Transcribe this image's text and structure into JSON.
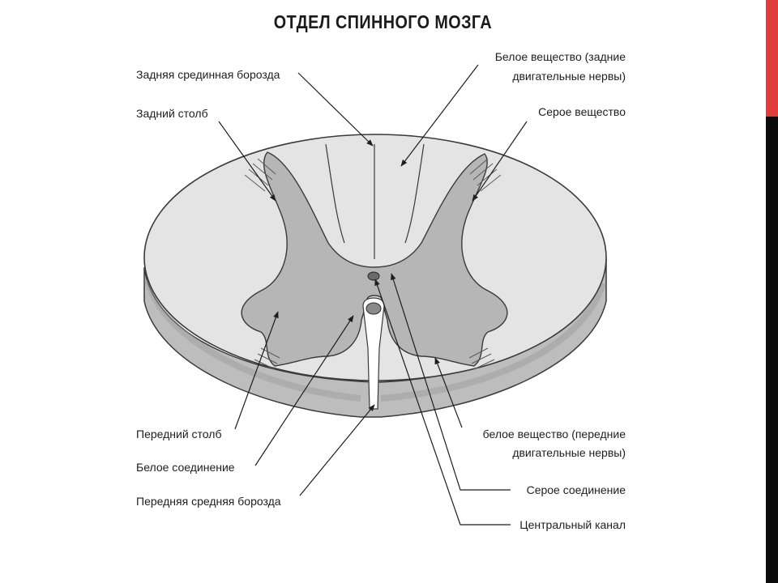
{
  "title": "ОТДЕЛ СПИННОГО МОЗГА",
  "accent_colors": {
    "red": "#e03c3c",
    "black": "#0b0b0b"
  },
  "labels": {
    "posterior_median_sulcus": "Задняя срединная борозда",
    "posterior_column": "Задний столб",
    "white_matter_posterior_line1": "Белое вещество (задние",
    "white_matter_posterior_line2": "двигательные нервы)",
    "gray_matter": "Серое вещество",
    "anterior_column": "Передний столб",
    "white_commissure": "Белое соединение",
    "anterior_median_fissure": "Передняя средняя борозда",
    "white_matter_anterior_line1": "белое вещество (передние",
    "white_matter_anterior_line2": "двигательные нервы)",
    "gray_commissure": "Серое соединение",
    "central_canal": "Центральный канал"
  }
}
